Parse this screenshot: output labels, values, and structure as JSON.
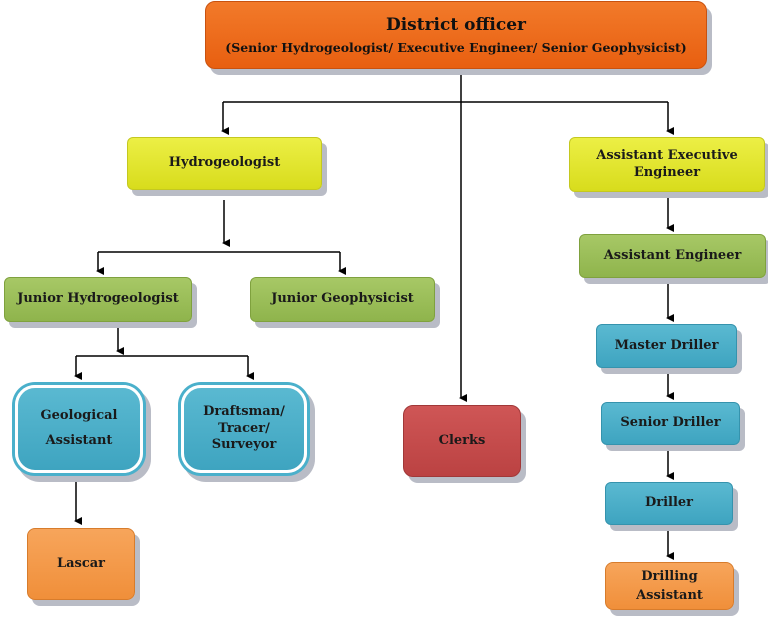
{
  "district_officer": {
    "title": "District officer",
    "subtitle": "(Senior Hydrogeologist/ Executive Engineer/ Senior Geophysicist)"
  },
  "hydrogeologist": "Hydrogeologist",
  "assistant_executive_engineer": [
    "Assistant Executive",
    "Engineer"
  ],
  "junior_hydrogeologist": "Junior Hydrogeologist",
  "junior_geophysicist": "Junior Geophysicist",
  "geological_assistant": [
    "Geological",
    "Assistant"
  ],
  "draftsman": [
    "Draftsman/",
    "Tracer/",
    "Surveyor"
  ],
  "clerks": "Clerks",
  "lascar": "Lascar",
  "assistant_engineer": "Assistant Engineer",
  "master_driller": "Master Driller",
  "senior_driller": "Senior Driller",
  "driller": "Driller",
  "drilling_assistant": [
    "Drilling",
    "Assistant"
  ]
}
